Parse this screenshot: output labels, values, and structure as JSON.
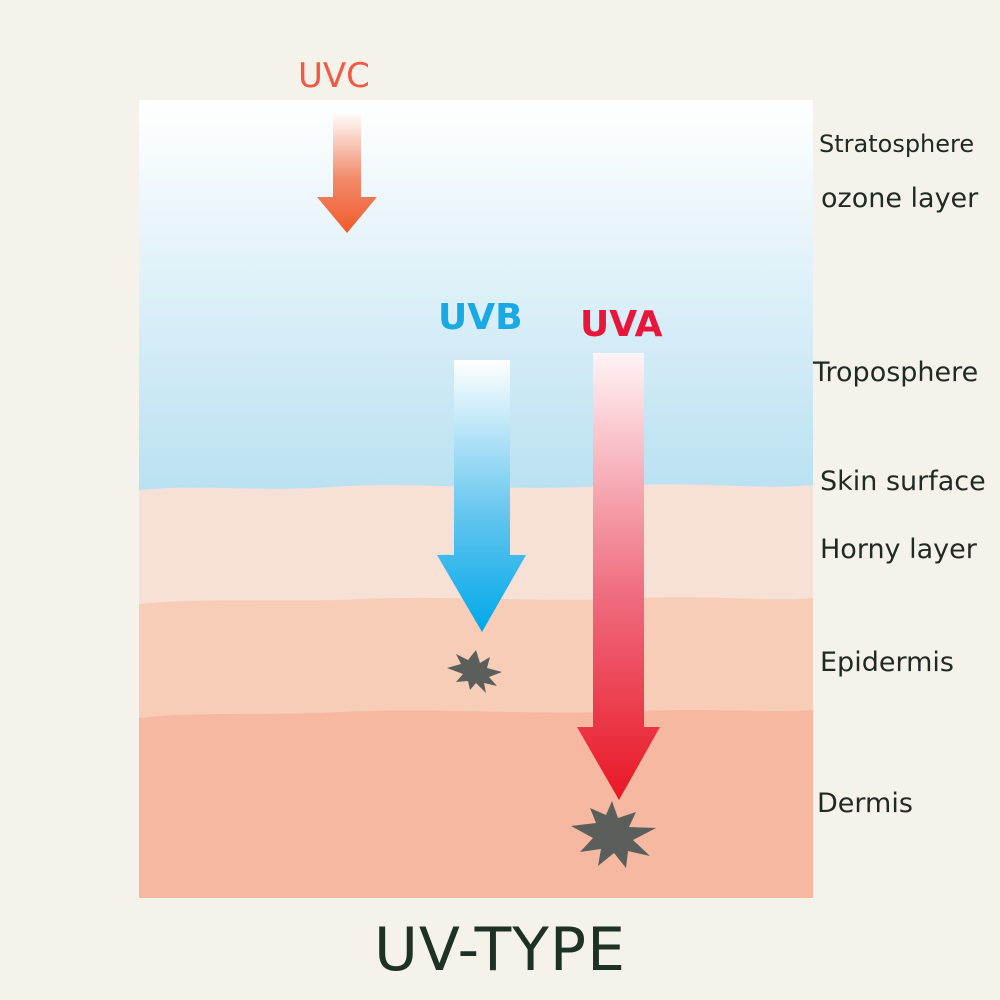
{
  "rays": {
    "uvc": {
      "label": "UVC",
      "color": "#f05a45"
    },
    "uvb": {
      "label": "UVB",
      "color": "#1aa9e3"
    },
    "uva": {
      "label": "UVA",
      "color": "#e8163a"
    }
  },
  "layers": [
    {
      "key": "stratosphere",
      "label": "Stratosphere"
    },
    {
      "key": "ozone",
      "label": "ozone layer"
    },
    {
      "key": "troposphere",
      "label": "Troposphere"
    },
    {
      "key": "skin_surface",
      "label": "Skin surface"
    },
    {
      "key": "horny",
      "label": "Horny layer"
    },
    {
      "key": "epidermis",
      "label": "Epidermis"
    },
    {
      "key": "dermis",
      "label": "Dermis"
    }
  ],
  "caption": "UV-TYPE",
  "colors": {
    "background": "#f5f2ec",
    "sky_top": "#ffffff",
    "sky_bottom": "#b8e0f1",
    "horny_layer": "#f7e0d5",
    "epidermis": "#f8cdb8",
    "dermis": "#f6b8a1",
    "damage_mark": "#5b5f5b",
    "text": "#1f2a22"
  }
}
